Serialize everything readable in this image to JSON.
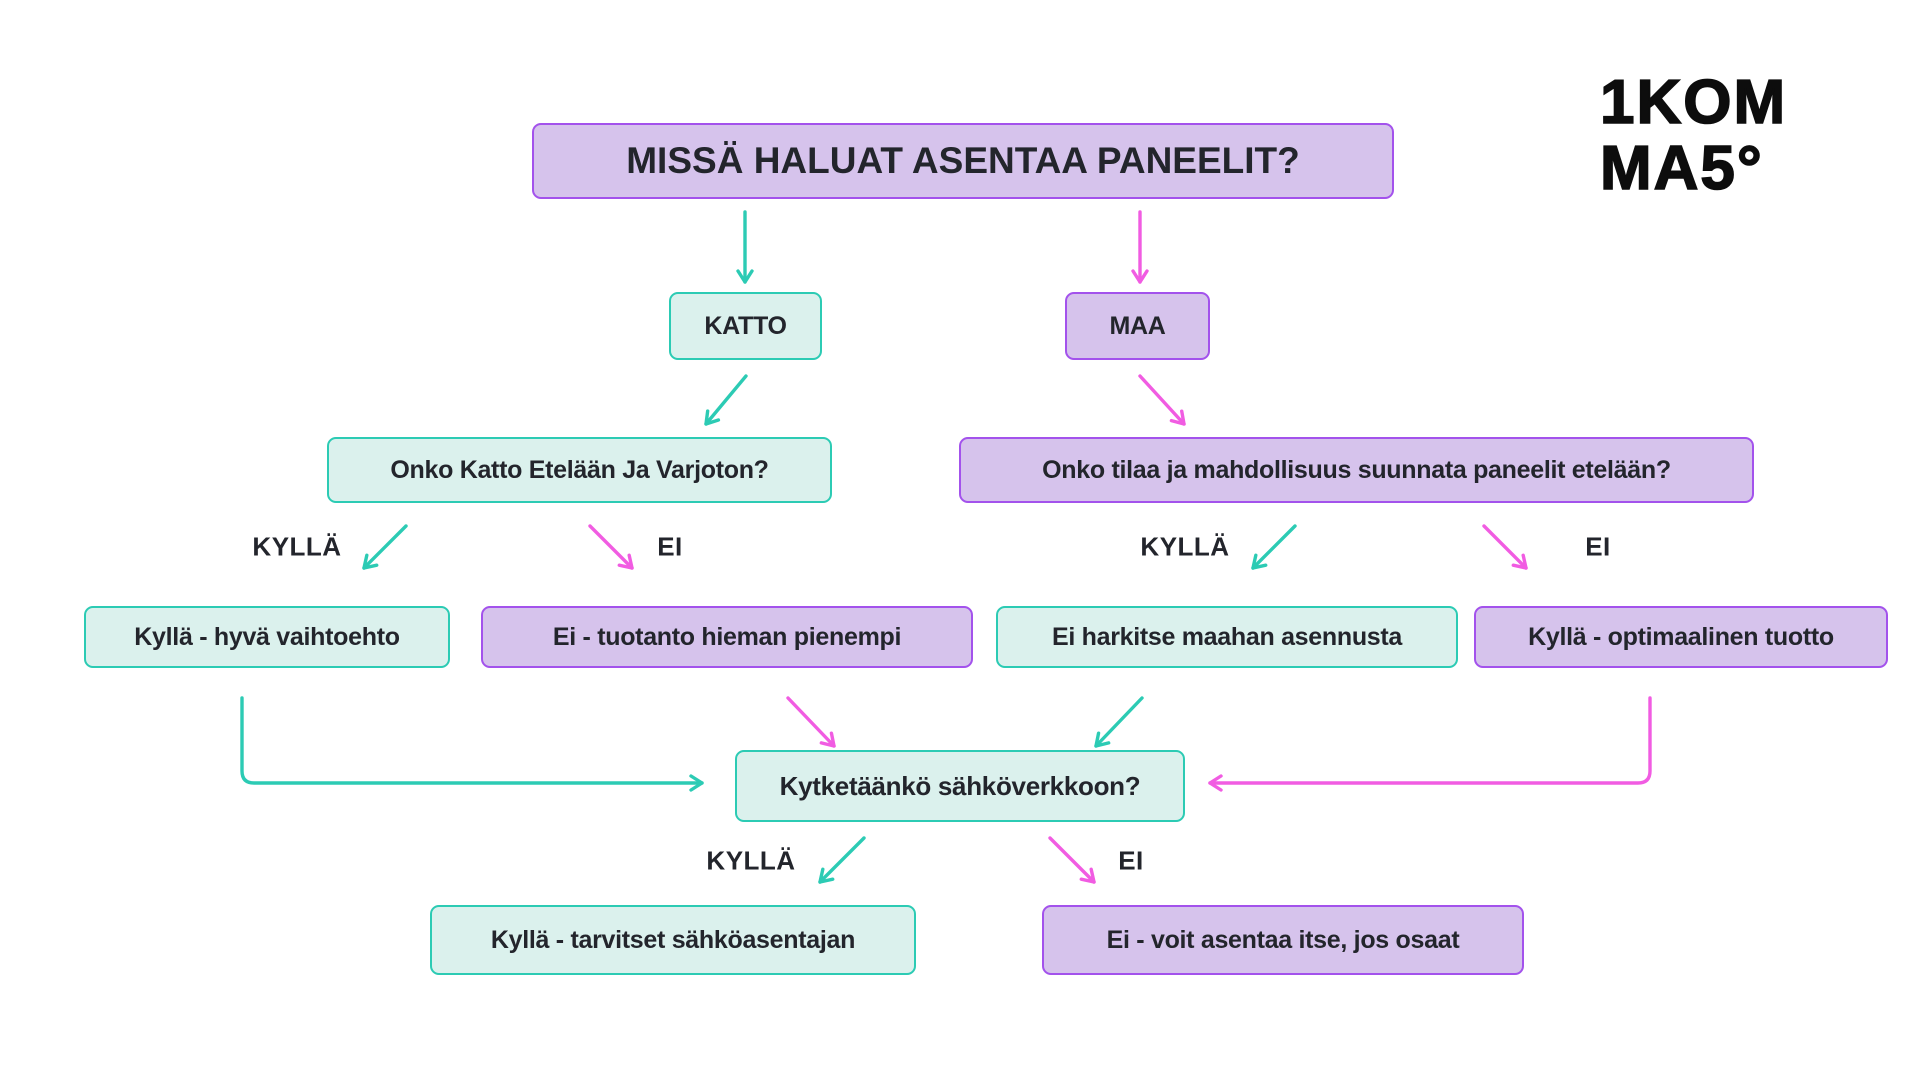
{
  "title": "MISSÄ HALUAT ASENTAA PANEELIT?",
  "logo": {
    "line1": "1KOM",
    "line2": "MA5°"
  },
  "labels": {
    "yes": "KYLLÄ",
    "no": "EI"
  },
  "nodes": {
    "katto": "KATTO",
    "maa": "MAA",
    "q_roof": "Onko Katto Etelään Ja Varjoton?",
    "q_ground": "Onko tilaa ja mahdollisuus suunnata paneelit etelään?",
    "roof_yes": "Kyllä - hyvä vaihtoehto",
    "roof_no": "Ei - tuotanto hieman pienempi",
    "ground_yes": "Ei harkitse maahan asennusta",
    "ground_no": "Kyllä - optimaalinen tuotto",
    "q_grid": "Kytketäänkö sähköverkkoon?",
    "grid_yes": "Kyllä - tarvitset sähköasentajan",
    "grid_no": "Ei - voit asentaa itse, jos osaat"
  },
  "colors": {
    "teal": "#2CCBB4",
    "teal_fill": "#DBF1ED",
    "purple": "#A352EC",
    "purple_fill": "#D6C3EC",
    "pink": "#F15CE2",
    "text": "#23252C",
    "logo": "#0D0D0D",
    "background": "#FFFFFF"
  }
}
